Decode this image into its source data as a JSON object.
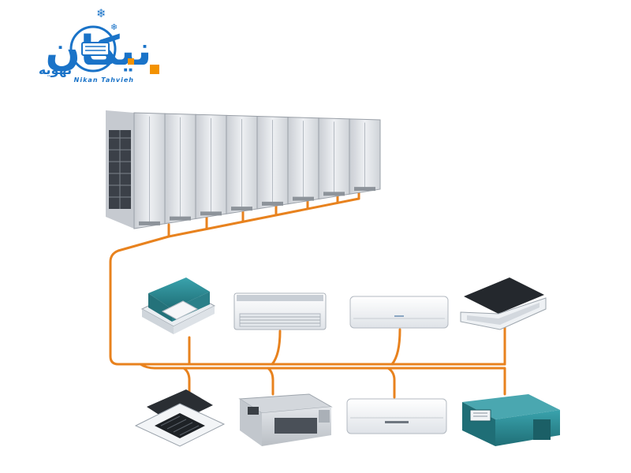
{
  "logo": {
    "brand_fa": "نیکان",
    "sub_fa": "تهویه",
    "brand_en": "Nikan Tahvieh",
    "snow_glyph": "❄",
    "snow_icon": "snowflake-icon",
    "color_primary": "#1a73c8",
    "color_accent": "#f39200"
  },
  "colors": {
    "pipe": "#e8821e",
    "unit_body": "#d9dde2",
    "unit_dark": "#1f2327",
    "unit_teal": "#2f8d96"
  },
  "outdoor_units": {
    "count": 8
  },
  "indoor_units": [
    {
      "row": 1,
      "kind": "cassette-teal-4way"
    },
    {
      "row": 1,
      "kind": "ceiling-floor"
    },
    {
      "row": 1,
      "kind": "wall-mounted"
    },
    {
      "row": 1,
      "kind": "cassette-1way"
    },
    {
      "row": 2,
      "kind": "cassette-4way"
    },
    {
      "row": 2,
      "kind": "ducted-grey"
    },
    {
      "row": 2,
      "kind": "wall-mounted"
    },
    {
      "row": 2,
      "kind": "ducted-teal"
    }
  ]
}
